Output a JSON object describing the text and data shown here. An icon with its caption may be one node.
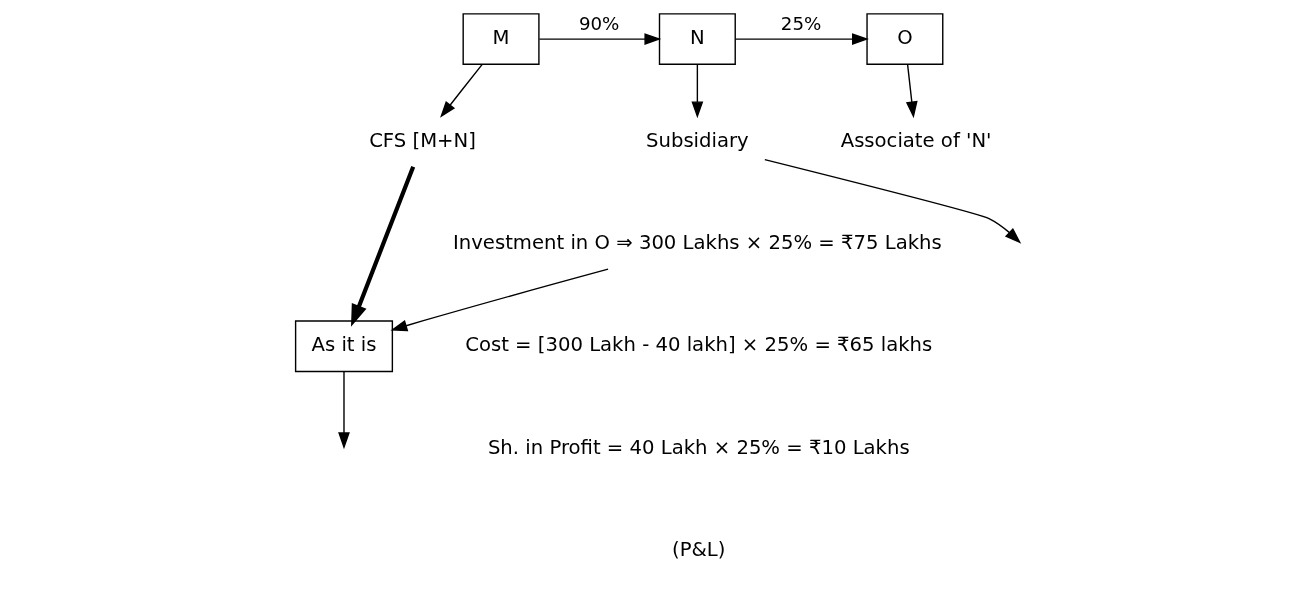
{
  "diagram": {
    "nodes": [
      {
        "text": [
          "M"
        ]
      },
      {
        "text": [
          "N"
        ]
      },
      {
        "text": [
          "O"
        ]
      },
      {
        "text": [
          "CFS [M+N]"
        ]
      },
      {
        "text": [
          "Subsidiary"
        ]
      },
      {
        "text": [
          "Associate of 'N'"
        ]
      },
      {
        "text": [
          "Investment in O ⇒ 300 Lakhs × 25% = ₹75 Lakhs"
        ]
      },
      {
        "text": [
          "As it is"
        ]
      }
    ],
    "edges": [
      {
        "from": 0,
        "to": 1,
        "arrow": "to",
        "label": "90%"
      },
      {
        "from": 1,
        "to": 2,
        "arrow": "to",
        "label": "25%"
      },
      {
        "from": 0,
        "to": 3,
        "arrow": "to"
      },
      {
        "from": 1,
        "to": 4,
        "arrow": "to"
      },
      {
        "from": 2,
        "to": 5,
        "arrow": "to"
      },
      {
        "from": 4,
        "to": null,
        "arrow": "to"
      },
      {
        "from": 3,
        "to": 7,
        "arrow": "to",
        "style": "thick"
      },
      {
        "from": 6,
        "to": 7,
        "arrow": "to"
      },
      {
        "from": 7,
        "to": null,
        "arrow": "to"
      }
    ],
    "labels": [
      "Cost = [300 Lakh - 40 lakh] × 25% = ₹65 lakhs",
      "Sh. in Profit = 40 Lakh × 25% = ₹10 Lakhs",
      "(P&L)"
    ]
  }
}
